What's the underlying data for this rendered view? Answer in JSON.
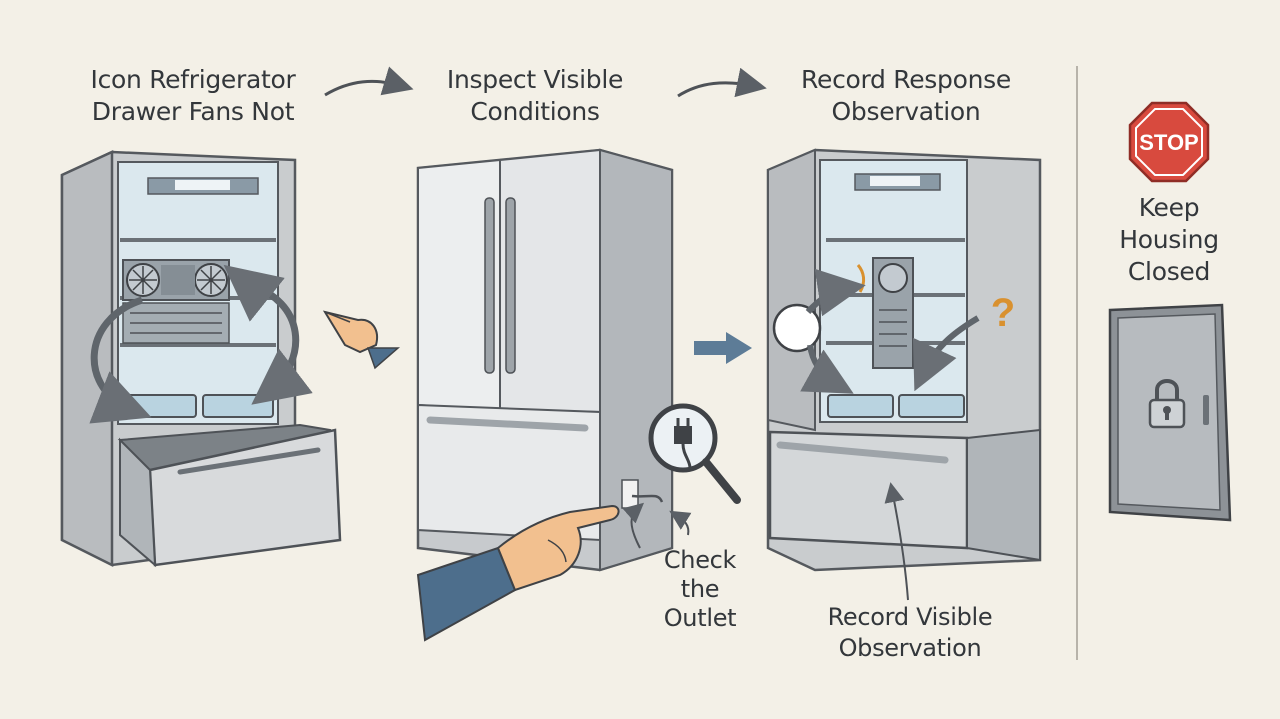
{
  "steps": [
    {
      "lines": [
        "Icon Refrigerator",
        "Drawer Fans Not"
      ]
    },
    {
      "lines": [
        "Inspect Visible",
        "Conditions"
      ]
    },
    {
      "lines": [
        "Record Response",
        "Observation"
      ]
    }
  ],
  "callouts": {
    "outlet": [
      "Check",
      "the",
      "Outlet"
    ],
    "observation": [
      "Record Visible",
      "Observation"
    ],
    "question_mark": "?"
  },
  "warning": {
    "sign_text": "STOP",
    "lines": [
      "Keep",
      "Housing",
      "Closed"
    ]
  },
  "colors": {
    "background": "#f3f0e7",
    "fridge_body": "#c9ccce",
    "fridge_light": "#e4e6e7",
    "interior": "#dbe8ee",
    "stop_red": "#d84a3e",
    "question_orange": "#d9912f",
    "sleeve_blue": "#4d6e8c",
    "skin": "#f2c08f"
  }
}
